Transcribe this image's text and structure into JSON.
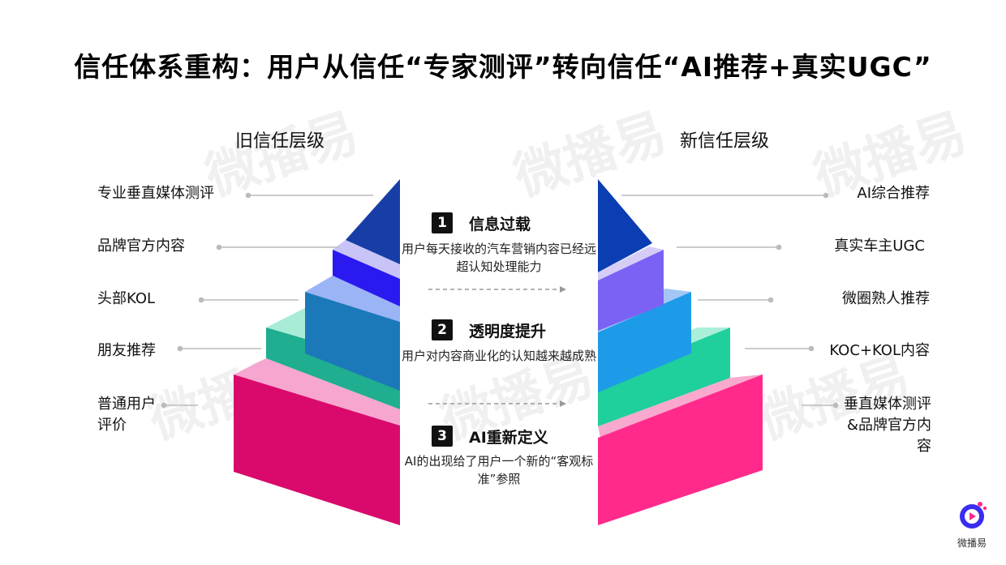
{
  "title": "信任体系重构：用户从信任“专家测评”转向信任“AI推荐+真实UGC”",
  "watermark": "微播易",
  "old": {
    "title": "旧信任层级",
    "levels": [
      "专业垂直媒体测评",
      "品牌官方内容",
      "头部KOL",
      "朋友推荐",
      "普通用户评价"
    ],
    "colors": [
      "#1a3fa8",
      "#2b1cf0",
      "#1f7fc2",
      "#1fb292",
      "#df0a6e"
    ]
  },
  "new": {
    "title": "新信任层级",
    "levels": [
      "AI综合推荐",
      "真实车主UGC",
      "微圈熟人推荐",
      "KOC+KOL内容",
      "垂直媒体测评&品牌官方内容"
    ],
    "colors": [
      "#0b3eb3",
      "#7b62f5",
      "#1d9be8",
      "#1fcf9c",
      "#ff2a8c"
    ]
  },
  "steps": [
    {
      "num": "1",
      "title": "信息过载",
      "desc": "用户每天接收的汽车营销内容已经远超认知处理能力"
    },
    {
      "num": "2",
      "title": "透明度提升",
      "desc": "用户对内容商业化的认知越来越成熟"
    },
    {
      "num": "3",
      "title": "AI重新定义",
      "desc": "AI的出现给了用户一个新的“客观标准”参照"
    }
  ],
  "logo": {
    "text": "微播易"
  }
}
